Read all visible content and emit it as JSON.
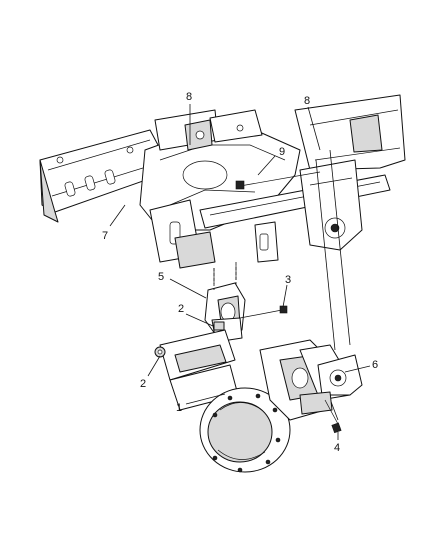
{
  "callouts": [
    {
      "id": "1",
      "label": "1"
    },
    {
      "id": "2a",
      "label": "2"
    },
    {
      "id": "2b",
      "label": "2"
    },
    {
      "id": "3",
      "label": "3"
    },
    {
      "id": "4",
      "label": "4"
    },
    {
      "id": "5",
      "label": "5"
    },
    {
      "id": "6",
      "label": "6"
    },
    {
      "id": "7",
      "label": "7"
    },
    {
      "id": "8a",
      "label": "8"
    },
    {
      "id": "8b",
      "label": "8"
    },
    {
      "id": "9",
      "label": "9"
    }
  ],
  "colors": {
    "line": "#111111",
    "shade": "#d9d9d9",
    "background": "#ffffff"
  }
}
